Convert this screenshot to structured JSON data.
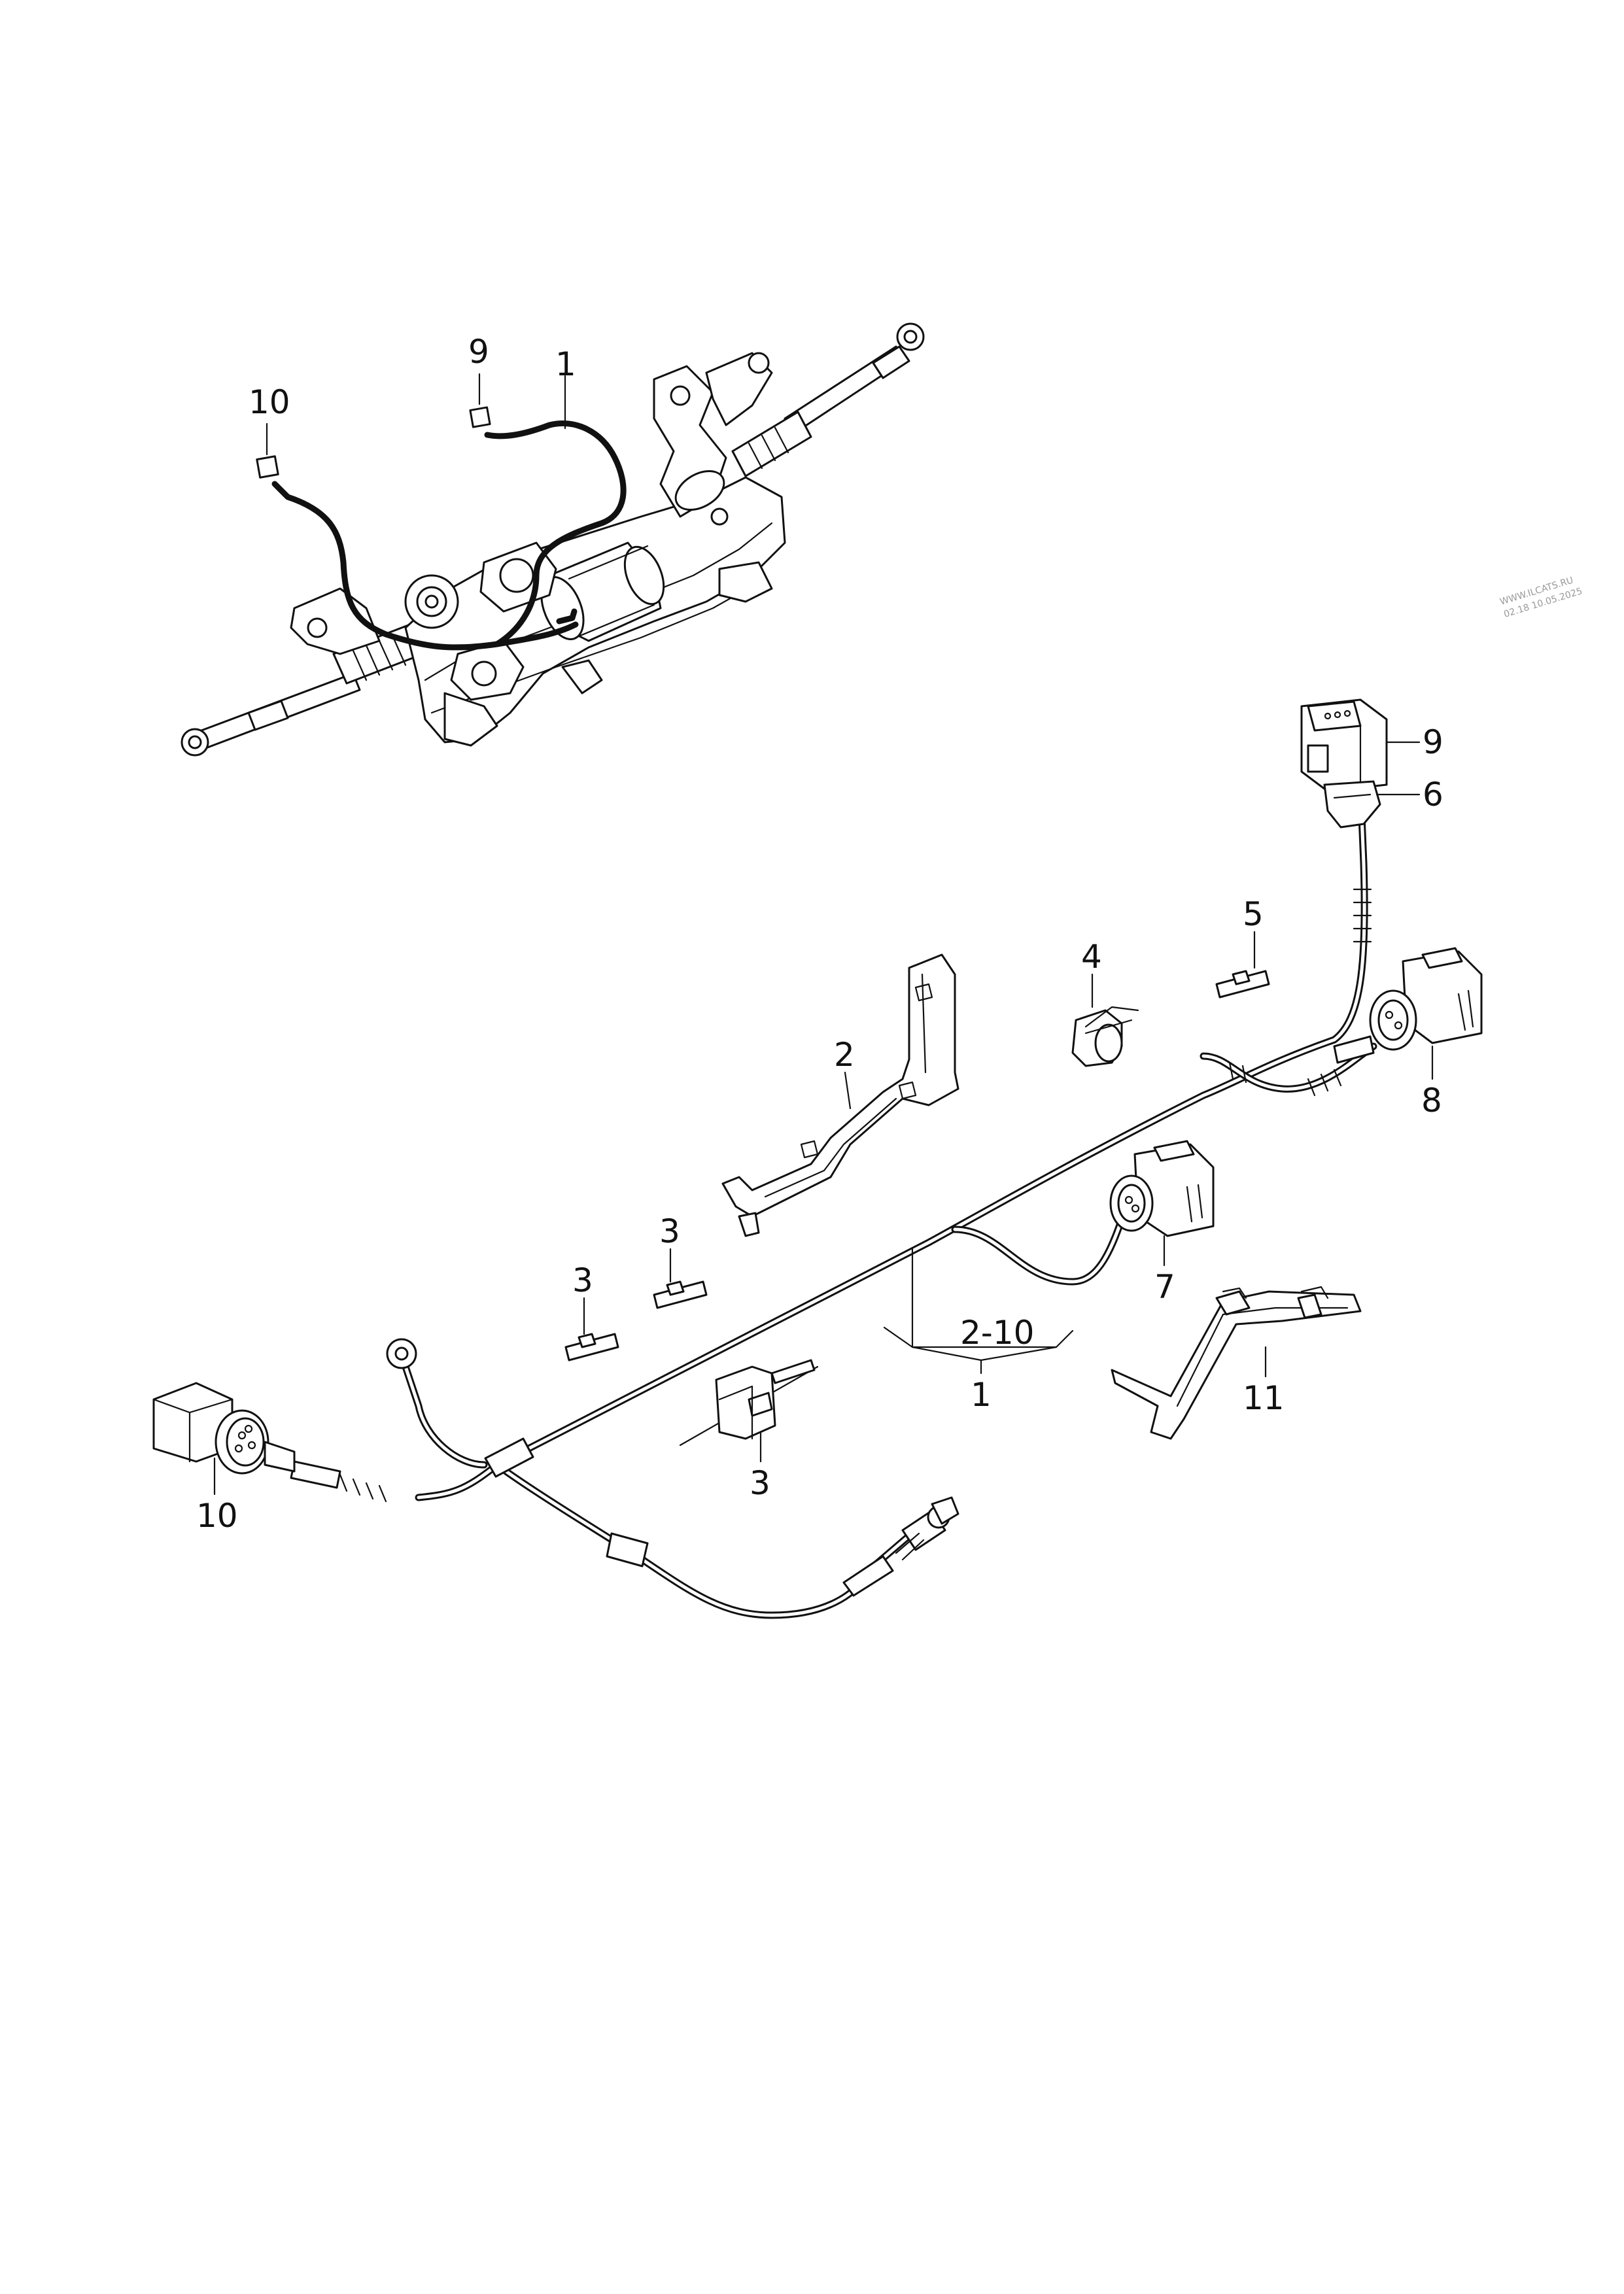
{
  "watermark": {
    "line1": "WWW.ILCATS.RU",
    "line2": "02.18 10.05.2025"
  },
  "labels": {
    "top_1": "1",
    "top_9": "9",
    "top_10": "10",
    "p9": "9",
    "p6": "6",
    "p5": "5",
    "p4": "4",
    "p8": "8",
    "p2": "2",
    "p7": "7",
    "p3a": "3",
    "p3b": "3",
    "p3c": "3",
    "range": "2-10",
    "range_parent": "1",
    "p11": "11",
    "p10": "10"
  }
}
